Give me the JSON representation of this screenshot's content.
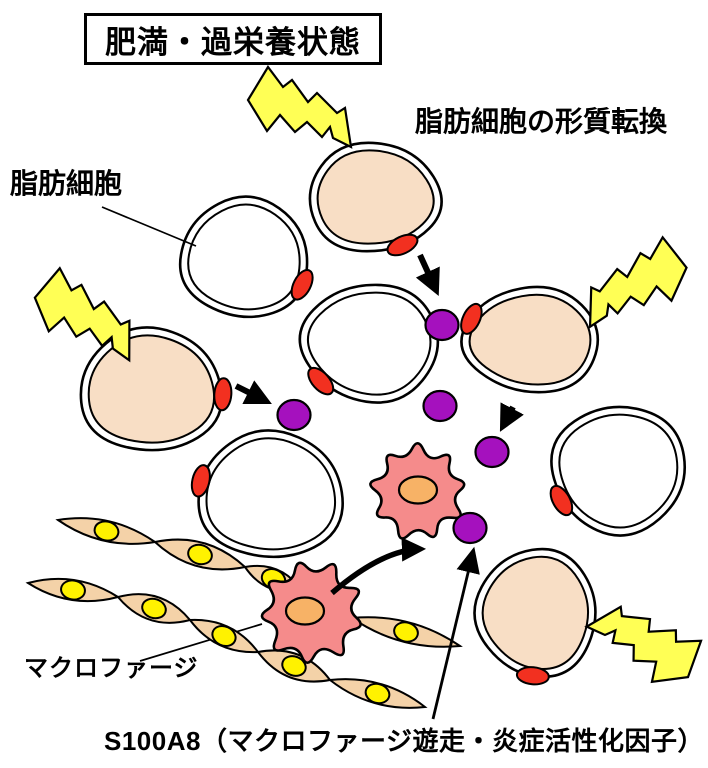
{
  "title": "肥満・過栄養状態",
  "labels": {
    "transformation": "脂肪細胞の形質転換",
    "adipocyte": "脂肪細胞",
    "macrophage": "マクロファージ",
    "caption": "S100A8（マクロファージ遊走・炎症活性化因子）"
  },
  "icons": {
    "lightning_bolt": "stress-stimulus-icon",
    "purple_dot": "s100a8-molecule",
    "star_cell": "macrophage-cell",
    "spindle_cell": "spindle-preadipocyte-cell",
    "blob_cell": "adipocyte-cell"
  },
  "palette": {
    "outline": "#000000",
    "background": "#FFFFFF",
    "adipocyte_fill": "#F8DEC5",
    "normal_cell_fill": "#FFFFFF",
    "nucleus_red": "#F23020",
    "s100a8_purple": "#A511BE",
    "macrophage_pink": "#F58B8B",
    "macrophage_nucleus_orange": "#F7B266",
    "spindle_fill": "#F4D2A8",
    "spindle_nucleus_yellow": "#FFF200",
    "lightning_yellow": "#FFFF55"
  }
}
